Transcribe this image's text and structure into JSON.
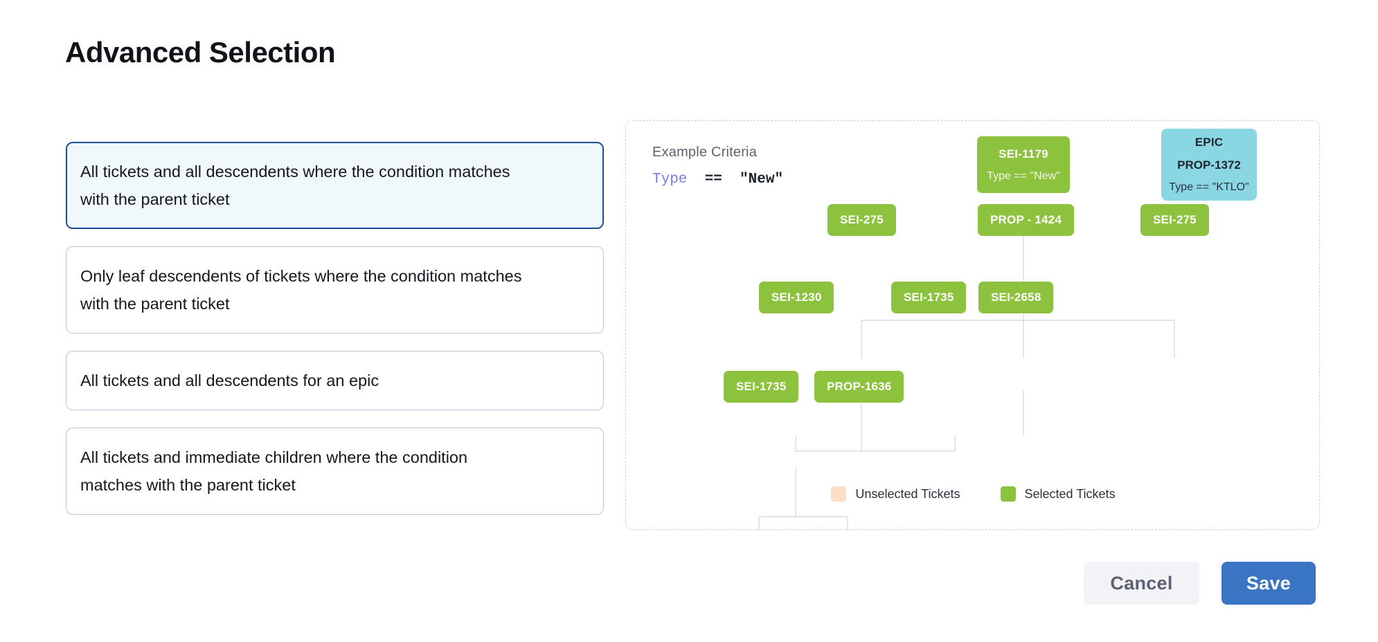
{
  "page": {
    "title": "Advanced Selection"
  },
  "options": [
    {
      "label": "All tickets and all descendents where the condition matches with the parent ticket",
      "selected": true
    },
    {
      "label": "Only leaf descendents of tickets where the condition matches with the parent ticket",
      "selected": false
    },
    {
      "label": "All tickets and all descendents for an epic",
      "selected": false
    },
    {
      "label": "All tickets and immediate children where the condition matches with the parent ticket",
      "selected": false
    }
  ],
  "diagram": {
    "criteria_label": "Example Criteria",
    "criteria": {
      "field": "Type",
      "operator": "==",
      "value": "\"New\""
    },
    "nodes": {
      "root": {
        "id": "SEI-1179",
        "condition": "Type == \"New\""
      },
      "epic": {
        "kind": "EPIC",
        "id": "PROP-1372",
        "condition": "Type == \"KTLO\""
      },
      "r2a": {
        "id": "SEI-275"
      },
      "r2b": {
        "id": "PROP - 1424"
      },
      "r2c": {
        "id": "SEI-275"
      },
      "r3a": {
        "id": "SEI-1230"
      },
      "r3b": {
        "id": "SEI-1735"
      },
      "r3c": {
        "id": "SEI-2658"
      },
      "r4a": {
        "id": "SEI-1735"
      },
      "r4b": {
        "id": "PROP-1636"
      }
    },
    "legend": [
      {
        "label": "Unselected Tickets",
        "color": "#fadfc6"
      },
      {
        "label": "Selected Tickets",
        "color": "#8cc23d"
      }
    ]
  },
  "footer": {
    "cancel_label": "Cancel",
    "save_label": "Save"
  },
  "colors": {
    "selected_node": "#8cc23d",
    "epic_node": "#8ad7e3",
    "unselected_node": "#fadfc6",
    "primary": "#3a75c4",
    "selected_card_border": "#1c4e96",
    "selected_card_bg": "#f1f8fb"
  }
}
